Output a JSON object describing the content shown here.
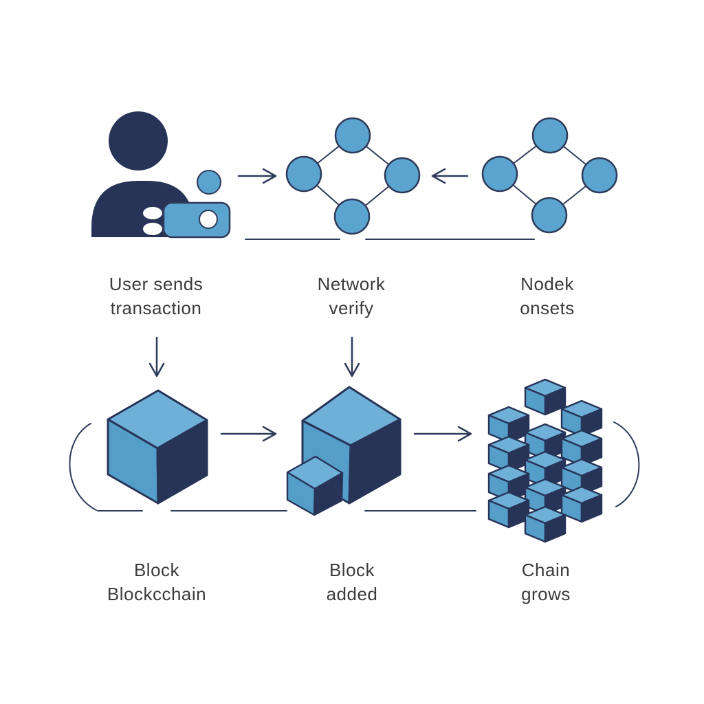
{
  "diagram": {
    "steps": {
      "top": [
        {
          "line1": "User sends",
          "line2": "transaction",
          "icon": "user-sends-icon"
        },
        {
          "line1": "Network",
          "line2": "verify",
          "icon": "network-nodes-icon"
        },
        {
          "line1": "Nodek",
          "line2": "onsets",
          "icon": "network-nodes-icon"
        }
      ],
      "bottom": [
        {
          "line1": "Block",
          "line2": "Blockcchain",
          "icon": "block-cube-icon"
        },
        {
          "line1": "Block",
          "line2": "added",
          "icon": "block-added-cubes-icon"
        },
        {
          "line1": "Chain",
          "line2": "grows",
          "icon": "chain-cubes-icon"
        }
      ]
    },
    "colors": {
      "node_fill": "#5BA4CF",
      "cube_top": "#6FB0D8",
      "cube_side": "#549EC9",
      "dark_navy": "#273458",
      "stroke_navy": "#2E3A59",
      "label_text": "#3B3B3B",
      "background": "#FFFFFF"
    }
  }
}
